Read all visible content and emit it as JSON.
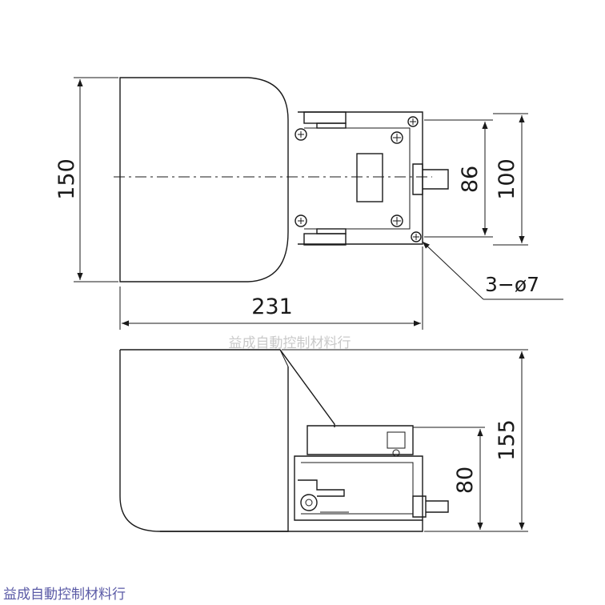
{
  "top_view": {
    "dim_height": "150",
    "dim_inner_86": "86",
    "dim_inner_100": "100",
    "dim_width": "231",
    "hole_note": "3−ø7"
  },
  "side_view": {
    "dim_155": "155",
    "dim_80": "80"
  },
  "watermark": {
    "center_text": "益成自動控制材料行",
    "corner_text": "益成自動控制材料行"
  }
}
